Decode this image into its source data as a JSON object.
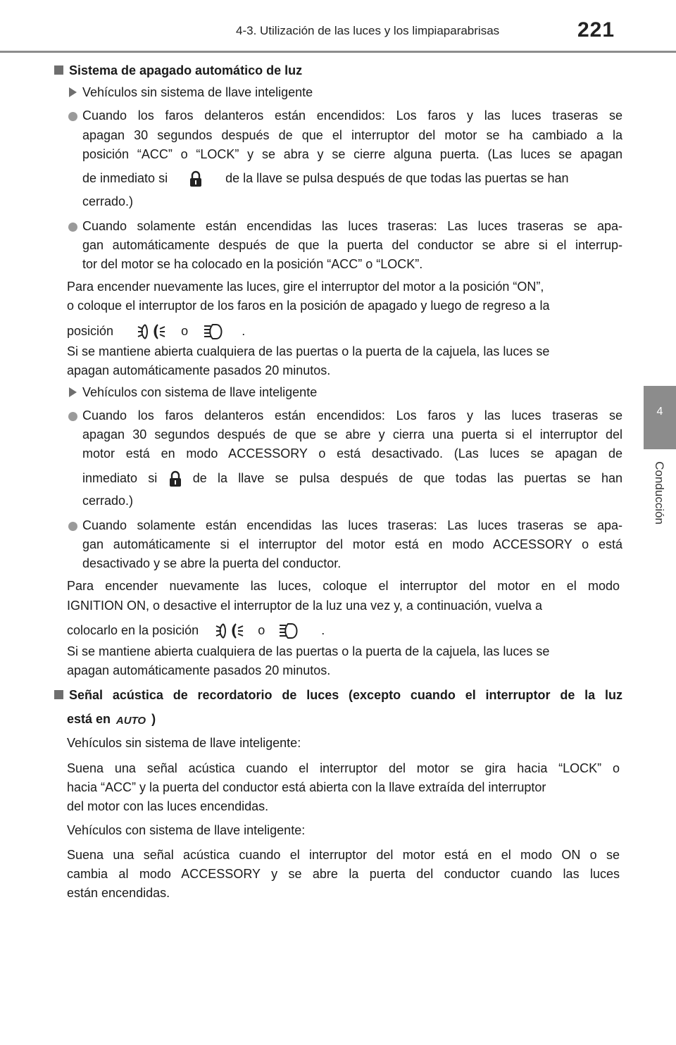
{
  "header": {
    "title": "4-3. Utilización de las luces y los limpiaparabrisas",
    "page_number": "221"
  },
  "side_tab": {
    "number": "4",
    "label": "Conducción"
  },
  "sec1": {
    "heading": "Sistema de apagado automático de luz",
    "sub1": "Vehículos sin sistema de llave inteligente",
    "b1": {
      "l1": "Cuando los faros delanteros están encendidos: Los faros y las luces traseras se",
      "l2": "apagan 30 segundos después de que el interruptor del motor se ha cambiado a la",
      "l3": "posición “ACC” o “LOCK” y se abra y se cierre alguna puerta. (Las luces se apagan",
      "l4a": "de inmediato si",
      "l4b": "de la llave se pulsa después de que todas las puertas se han",
      "l5": "cerrado.)"
    },
    "b2": {
      "l1": "Cuando solamente están encendidas las luces traseras: Las luces traseras se apa-",
      "l2": "gan automáticamente después de que la puerta del conductor se abre si el interrup-",
      "l3": "tor del motor se ha colocado en la posición “ACC” o “LOCK”."
    },
    "p1": {
      "l1": "Para encender nuevamente las luces, gire el interruptor del motor a la posición “ON”,",
      "l2": "o coloque el interruptor de los faros en la posición de apagado y luego de regreso a la",
      "l3a": "posición",
      "l3b": "o",
      "l3c": ".",
      "l4": "Si se mantiene abierta cualquiera de las puertas o la puerta de la cajuela, las luces se",
      "l5": "apagan automáticamente pasados 20 minutos."
    },
    "sub2": "Vehículos con sistema de llave inteligente",
    "b3": {
      "l1": "Cuando los faros delanteros están encendidos: Los faros y las luces traseras se",
      "l2": "apagan 30 segundos después de que se abre y cierra una puerta si el interruptor del",
      "l3": "motor está en modo ACCESSORY o está desactivado. (Las luces se apagan de",
      "l4a": "inmediato si",
      "l4b": "de la llave se pulsa después de que todas las puertas se han",
      "l5": "cerrado.)"
    },
    "b4": {
      "l1": "Cuando solamente están encendidas las luces traseras: Las luces traseras se apa-",
      "l2": "gan automáticamente si el interruptor del motor está en modo ACCESSORY o está",
      "l3": "desactivado y se abre la puerta del conductor."
    },
    "p2": {
      "l1": "Para encender nuevamente las luces, coloque el interruptor del motor en el modo",
      "l2": "IGNITION ON, o desactive el interruptor de la luz una vez y, a continuación, vuelva a",
      "l3a": "colocarlo en la posición",
      "l3b": "o",
      "l3c": ".",
      "l4": "Si se mantiene abierta cualquiera de las puertas o la puerta de la cajuela, las luces se",
      "l5": "apagan automáticamente pasados 20 minutos."
    }
  },
  "sec2": {
    "heading_l1": "Señal acústica de recordatorio de luces (excepto cuando el interruptor de la luz",
    "heading_l2a": "está en",
    "auto_label": "AUTO",
    "heading_l2b": ")",
    "p1": "Vehículos sin sistema de llave inteligente:",
    "p2": {
      "l1": "Suena una señal acústica cuando el interruptor del motor se gira hacia “LOCK” o",
      "l2": "hacia “ACC” y la puerta del conductor está abierta con la llave extraída del interruptor",
      "l3": "del motor con las luces encendidas."
    },
    "p3": "Vehículos con sistema de llave inteligente:",
    "p4": {
      "l1": "Suena una señal acústica cuando el interruptor del motor está en el modo ON o se",
      "l2": "cambia al modo ACCESSORY y se abre la puerta del conductor cuando las luces",
      "l3": "están encendidas."
    }
  },
  "icons": {
    "lock": "lock-icon",
    "tail": "tail-light-icon",
    "head": "headlight-icon",
    "auto": "auto-icon"
  },
  "colors": {
    "tab": "#8c8c8c",
    "bullet": "#9a9a9a",
    "marker": "#6e6e6e"
  }
}
